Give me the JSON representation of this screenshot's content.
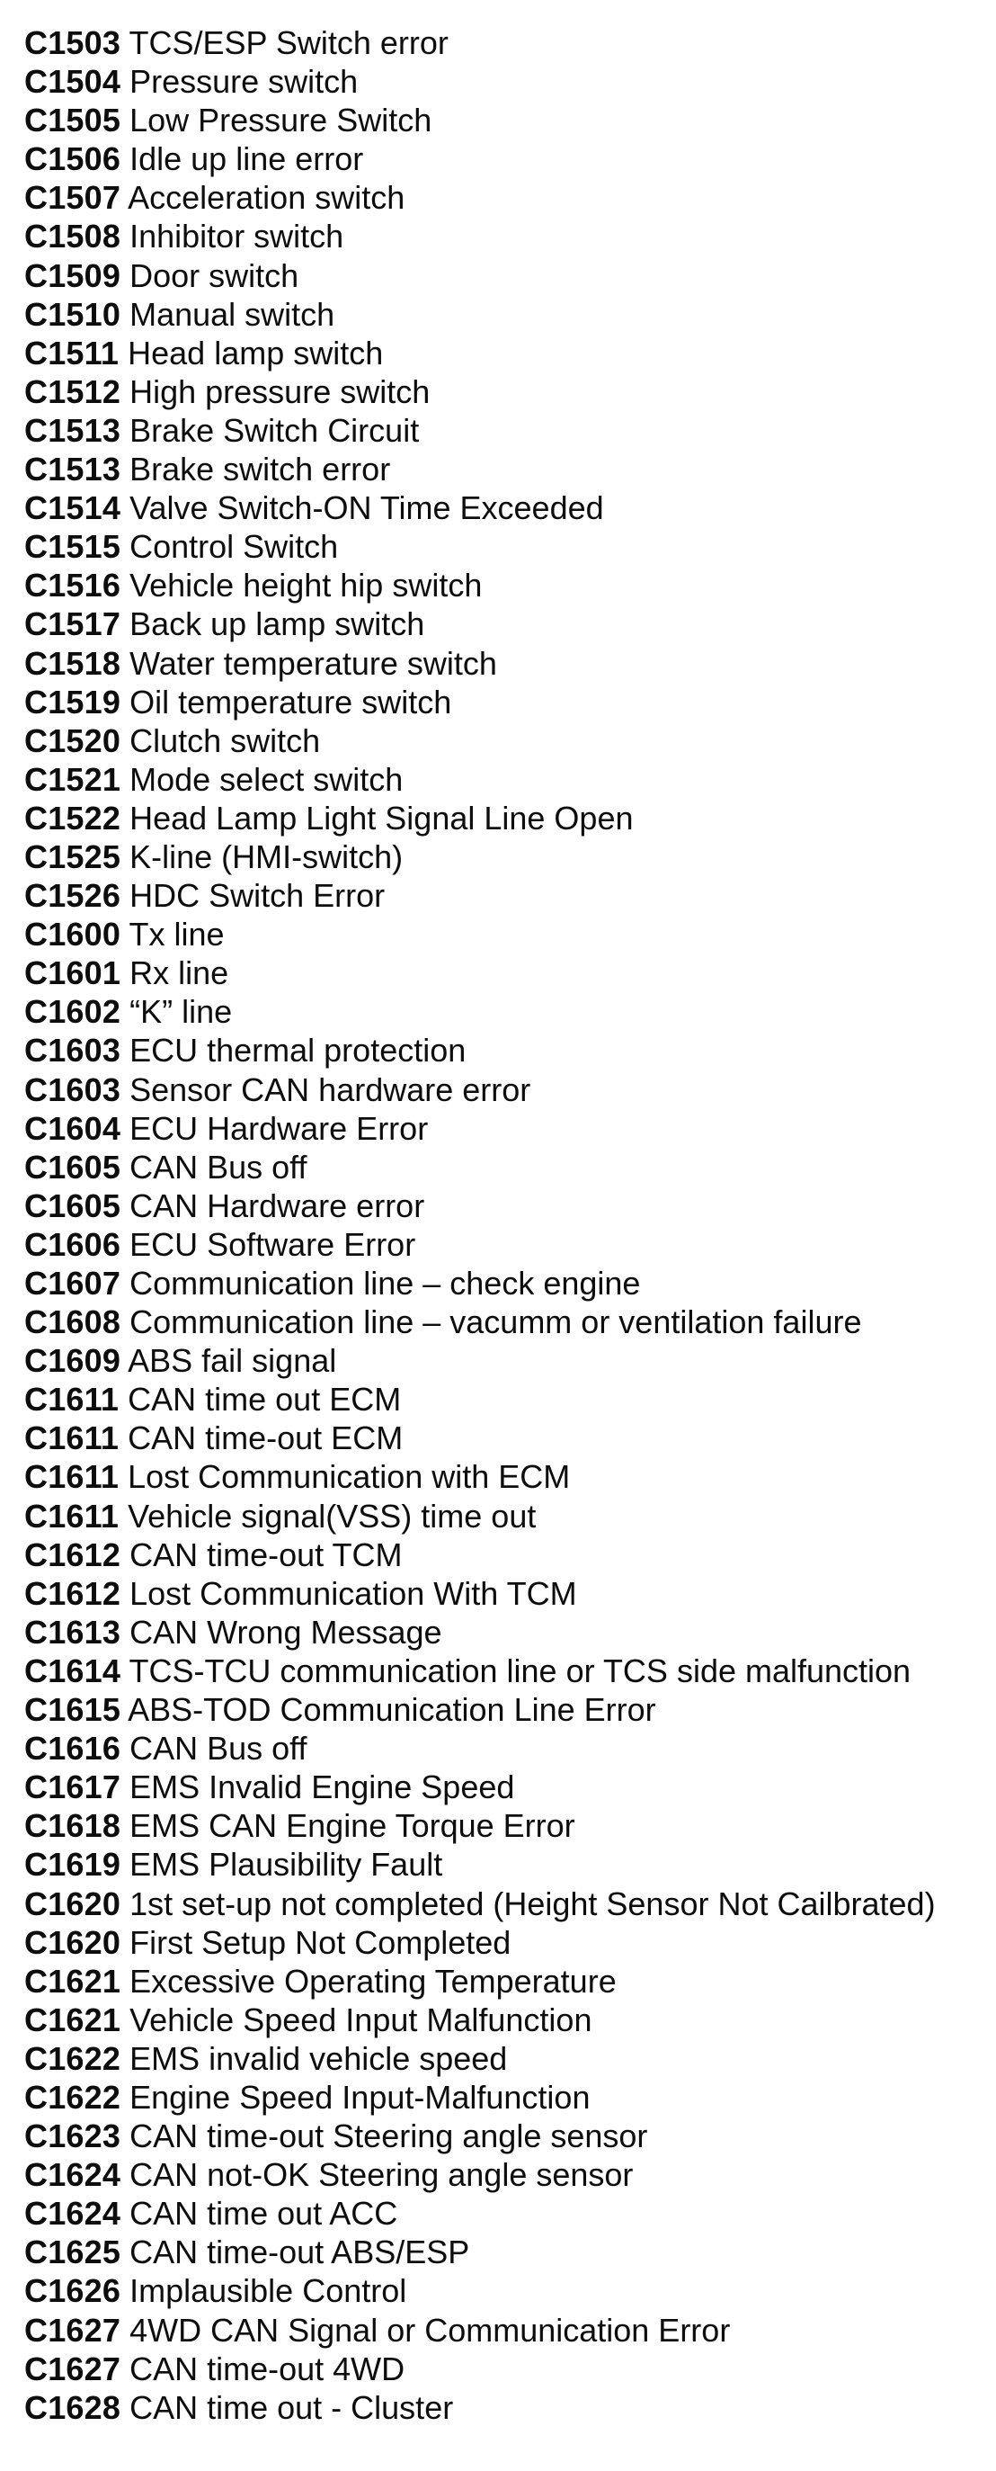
{
  "page": {
    "background": "#ffffff",
    "text_color": "#0d0d0d"
  },
  "codes": [
    {
      "code": "C1503",
      "description": "TCS/ESP Switch error"
    },
    {
      "code": "C1504",
      "description": "Pressure switch"
    },
    {
      "code": "C1505",
      "description": "Low Pressure Switch"
    },
    {
      "code": "C1506",
      "description": "Idle up line error"
    },
    {
      "code": "C1507",
      "description": "Acceleration switch"
    },
    {
      "code": "C1508",
      "description": "Inhibitor switch"
    },
    {
      "code": "C1509",
      "description": "Door switch"
    },
    {
      "code": "C1510",
      "description": "Manual switch"
    },
    {
      "code": "C1511",
      "description": "Head lamp switch"
    },
    {
      "code": "C1512",
      "description": "High pressure switch"
    },
    {
      "code": "C1513",
      "description": "Brake Switch Circuit"
    },
    {
      "code": "C1513",
      "description": "Brake switch error"
    },
    {
      "code": "C1514",
      "description": "Valve Switch-ON Time Exceeded"
    },
    {
      "code": "C1515",
      "description": "Control Switch"
    },
    {
      "code": "C1516",
      "description": "Vehicle height hip switch"
    },
    {
      "code": "C1517",
      "description": "Back up lamp switch"
    },
    {
      "code": "C1518",
      "description": "Water temperature switch"
    },
    {
      "code": "C1519",
      "description": "Oil temperature switch"
    },
    {
      "code": "C1520",
      "description": "Clutch switch"
    },
    {
      "code": "C1521",
      "description": "Mode select switch"
    },
    {
      "code": "C1522",
      "description": "Head Lamp Light Signal Line Open"
    },
    {
      "code": "C1525",
      "description": "K-line (HMI-switch)"
    },
    {
      "code": "C1526",
      "description": "HDC Switch Error"
    },
    {
      "code": "C1600",
      "description": "Tx line"
    },
    {
      "code": "C1601",
      "description": "Rx line"
    },
    {
      "code": "C1602",
      "description": "“K” line"
    },
    {
      "code": "C1603",
      "description": "ECU thermal protection"
    },
    {
      "code": "C1603",
      "description": "Sensor CAN hardware error"
    },
    {
      "code": "C1604",
      "description": "ECU Hardware Error"
    },
    {
      "code": "C1605",
      "description": "CAN Bus off"
    },
    {
      "code": "C1605",
      "description": "CAN Hardware error"
    },
    {
      "code": "C1606",
      "description": "ECU Software Error"
    },
    {
      "code": "C1607",
      "description": "Communication line – check engine"
    },
    {
      "code": "C1608",
      "description": "Communication line – vacumm or ventilation failure"
    },
    {
      "code": "C1609",
      "description": "ABS fail signal"
    },
    {
      "code": "C1611",
      "description": "CAN time out ECM"
    },
    {
      "code": "C1611",
      "description": "CAN time-out ECM"
    },
    {
      "code": "C1611",
      "description": "Lost Communication with ECM"
    },
    {
      "code": "C1611",
      "description": "Vehicle signal(VSS) time out"
    },
    {
      "code": "C1612",
      "description": "CAN time-out TCM"
    },
    {
      "code": "C1612",
      "description": "Lost Communication With TCM"
    },
    {
      "code": "C1613",
      "description": "CAN Wrong Message"
    },
    {
      "code": "C1614",
      "description": "TCS-TCU communication line or TCS side malfunction"
    },
    {
      "code": "C1615",
      "description": "ABS-TOD Communication Line Error"
    },
    {
      "code": "C1616",
      "description": "CAN Bus off"
    },
    {
      "code": "C1617",
      "description": "EMS Invalid Engine Speed"
    },
    {
      "code": "C1618",
      "description": "EMS CAN Engine Torque Error"
    },
    {
      "code": "C1619",
      "description": "EMS Plausibility Fault"
    },
    {
      "code": "C1620",
      "description": "1st set-up not completed (Height Sensor Not Cailbrated)"
    },
    {
      "code": "C1620",
      "description": "First Setup Not Completed"
    },
    {
      "code": "C1621",
      "description": "Excessive Operating Temperature"
    },
    {
      "code": "C1621",
      "description": "Vehicle Speed Input Malfunction"
    },
    {
      "code": "C1622",
      "description": "EMS invalid vehicle speed"
    },
    {
      "code": "C1622",
      "description": "Engine Speed Input-Malfunction"
    },
    {
      "code": "C1623",
      "description": "CAN time-out Steering angle sensor"
    },
    {
      "code": "C1624",
      "description": "CAN not-OK Steering angle sensor"
    },
    {
      "code": "C1624",
      "description": "CAN time out ACC"
    },
    {
      "code": "C1625",
      "description": "CAN time-out ABS/ESP"
    },
    {
      "code": "C1626",
      "description": "Implausible Control"
    },
    {
      "code": "C1627",
      "description": "4WD CAN Signal or Communication Error"
    },
    {
      "code": "C1627",
      "description": "CAN time-out 4WD"
    },
    {
      "code": "C1628",
      "description": "CAN time out - Cluster"
    }
  ]
}
